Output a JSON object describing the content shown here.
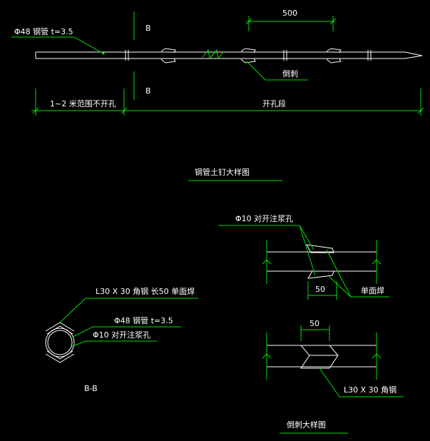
{
  "labels": {
    "dim_500": "500",
    "pipe_spec": "Φ48 钢管  t=3.5",
    "section_top": "B",
    "section_bot": "B",
    "barb_label": "倒刺",
    "no_hole_zone": "1~2 米范围不开孔",
    "hole_zone": "开孔段",
    "main_title": "钢管土钉大样图",
    "grout_hole": "Φ10 对开注浆孔",
    "dim_50_a": "50",
    "weld_label": "单面焊",
    "angle_spec_long": "L30 X 30 角钢  长50  单面焊",
    "pipe_spec_2": "Φ48 钢管  t=3.5",
    "grout_hole_2": "Φ10 对开注浆孔",
    "dim_50_b": "50",
    "angle_spec": "L30 X 30 角钢",
    "section_name": "B-B",
    "barb_title": "倒刺大样图"
  }
}
